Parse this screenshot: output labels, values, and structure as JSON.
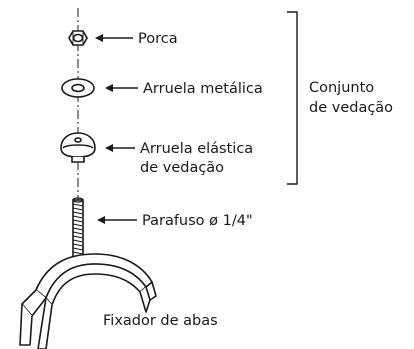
{
  "labels": {
    "nut": "Porca",
    "metal_washer": "Arruela metálica",
    "seal_washer_line1": "Arruela elástica",
    "seal_washer_line2": "de vedação",
    "bolt": "Parafuso ø 1/4\"",
    "clamp": "Fixador de abas"
  },
  "group": {
    "line1": "Conjunto",
    "line2": "de vedação"
  },
  "colors": {
    "ink": "#1a1a1a",
    "background": "#ffffff"
  }
}
